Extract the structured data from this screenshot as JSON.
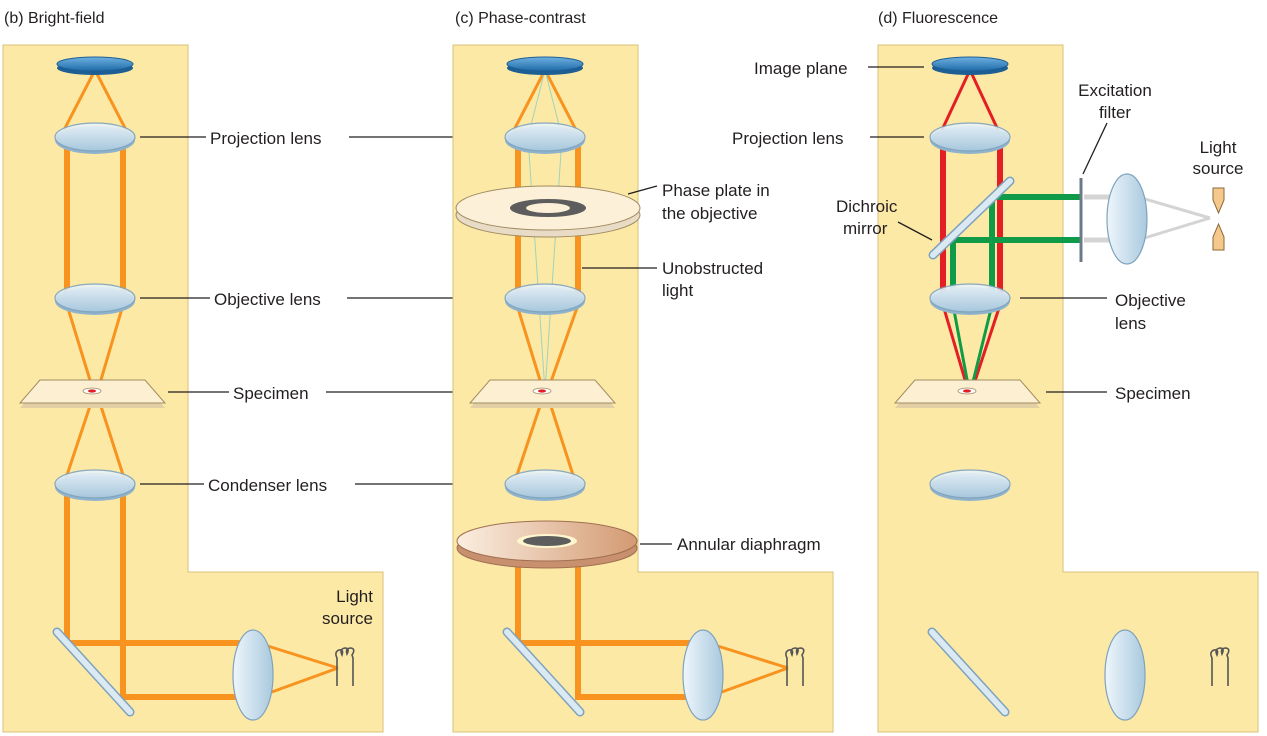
{
  "panels": {
    "bright_field": {
      "title": "(b) Bright-field",
      "labels": {
        "projection_lens": "Projection lens",
        "objective_lens": "Objective lens",
        "specimen": "Specimen",
        "condenser_lens": "Condenser lens",
        "light_source_1": "Light",
        "light_source_2": "source"
      }
    },
    "phase_contrast": {
      "title": "(c) Phase-contrast",
      "labels": {
        "phase_plate_1": "Phase plate in",
        "phase_plate_2": "the objective",
        "unobstructed_1": "Unobstructed",
        "unobstructed_2": "light",
        "annular_diaphragm": "Annular diaphragm"
      }
    },
    "fluorescence": {
      "title": "(d) Fluorescence",
      "labels": {
        "image_plane": "Image plane",
        "projection_lens": "Projection lens",
        "dichroic_1": "Dichroic",
        "dichroic_2": "mirror",
        "excitation_1": "Excitation",
        "excitation_2": "filter",
        "light_source_1": "Light",
        "light_source_2": "source",
        "objective_1": "Objective",
        "objective_2": "lens",
        "specimen": "Specimen"
      }
    }
  },
  "colors": {
    "panel": "#fde9a6",
    "light_beam": "#f7931e",
    "emission": "#e31e24",
    "excitation": "#0f9b48",
    "image_plane": "#2a7dbf"
  }
}
